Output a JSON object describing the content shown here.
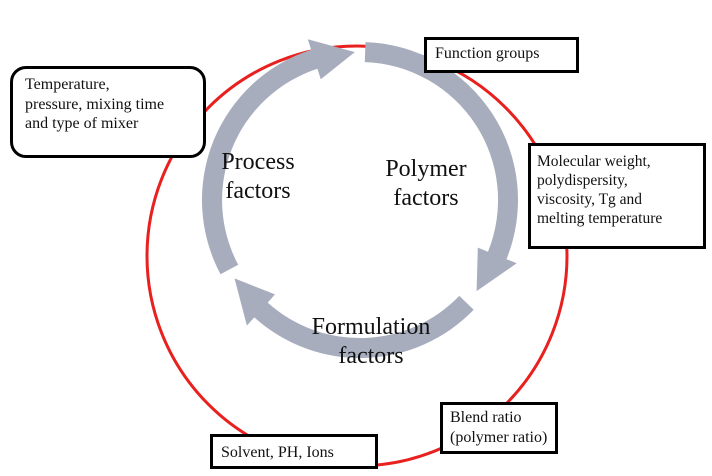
{
  "diagram": {
    "colors": {
      "outer_ring": "#e8201e",
      "inner_arrows": "#a7adbd",
      "box_border": "#000000",
      "text": "#111111"
    },
    "factors": {
      "process": "Process\nfactors",
      "polymer": "Polymer\nfactors",
      "formulation": "Formulation\nfactors"
    },
    "boxes": {
      "temperature": "Temperature,\npressure, mixing time\nand type of mixer",
      "function_groups": "Function groups",
      "molecular": "Molecular weight,\npolydispersity,\nviscosity, Tg and\nmelting temperature",
      "blend": "Blend ratio\n(polymer ratio)",
      "solvent": "Solvent, PH, Ions"
    }
  }
}
